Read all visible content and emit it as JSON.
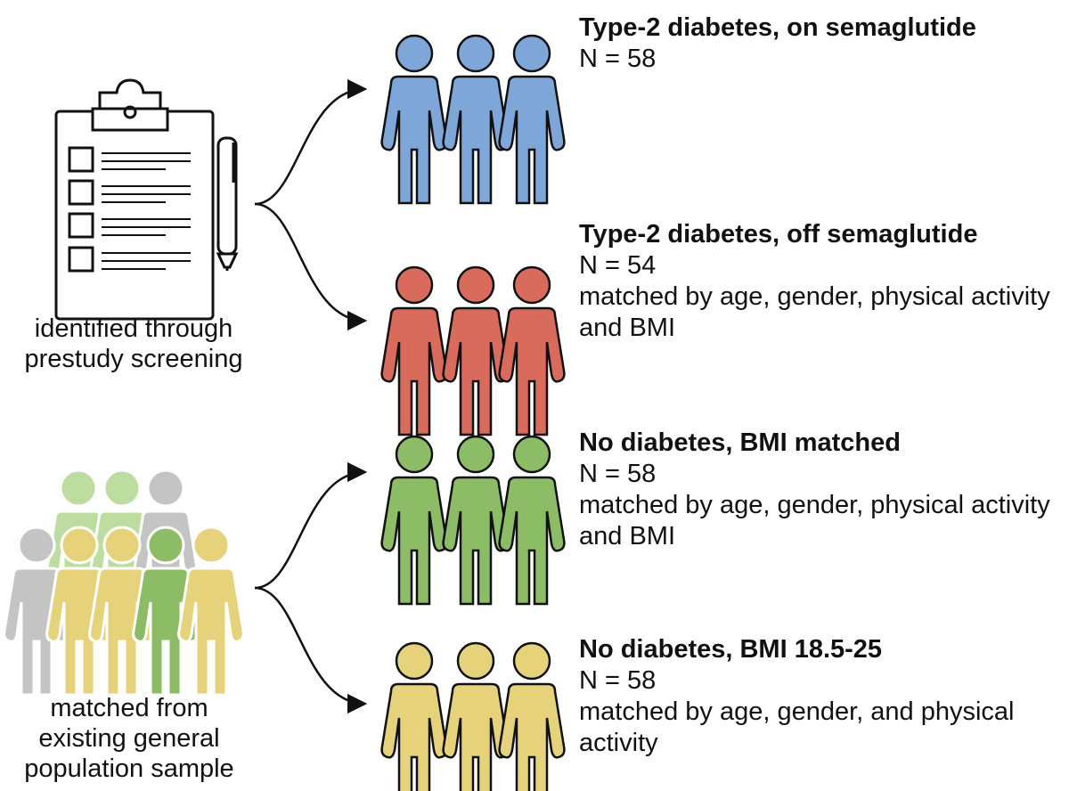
{
  "sources": [
    {
      "id": "screening",
      "lines": [
        "identified through",
        "prestudy screening"
      ]
    },
    {
      "id": "general-population",
      "lines": [
        "matched from",
        "existing general",
        "population sample"
      ]
    }
  ],
  "groups": [
    {
      "id": "t2d-on",
      "title": "Type-2 diabetes, on semaglutide",
      "n": "N = 58",
      "note": "",
      "color": "#7ea6d8"
    },
    {
      "id": "t2d-off",
      "title": "Type-2 diabetes, off semaglutide",
      "n": "N = 54",
      "note": "matched by age, gender, physical activity and BMI",
      "color": "#d86b5c"
    },
    {
      "id": "nd-bmi",
      "title": "No diabetes, BMI matched",
      "n": "N = 58",
      "note": "matched by age, gender, physical activity and BMI",
      "color": "#8cbc66"
    },
    {
      "id": "nd-normal",
      "title": "No diabetes, BMI 18.5-25",
      "n": "N = 58",
      "note": "matched by age, gender, and physical activity",
      "color": "#e6d27a"
    }
  ],
  "crowd_colors": {
    "light_green": "#bcdca0",
    "gray": "#c4c4c4",
    "yellow": "#e6d27a",
    "green": "#8cbc66"
  }
}
